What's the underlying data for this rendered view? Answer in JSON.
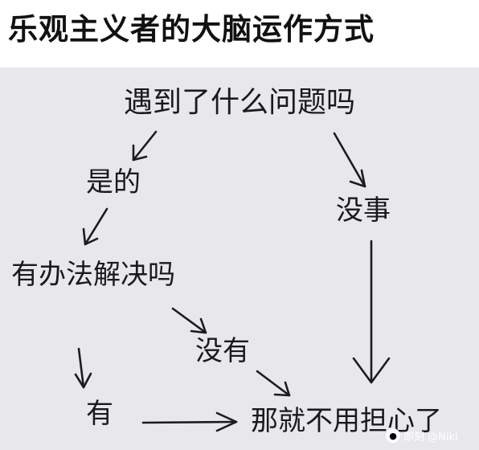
{
  "title": "乐观主义者的大脑运作方式",
  "nodes": {
    "question": "遇到了什么问题吗",
    "yes": "是的",
    "no_problem": "没事",
    "can_solve": "有办法解决吗",
    "no_way": "没有",
    "have_way": "有",
    "no_worry": "那就不用担心了"
  },
  "watermark": {
    "text": "即刻 @Niki"
  }
}
